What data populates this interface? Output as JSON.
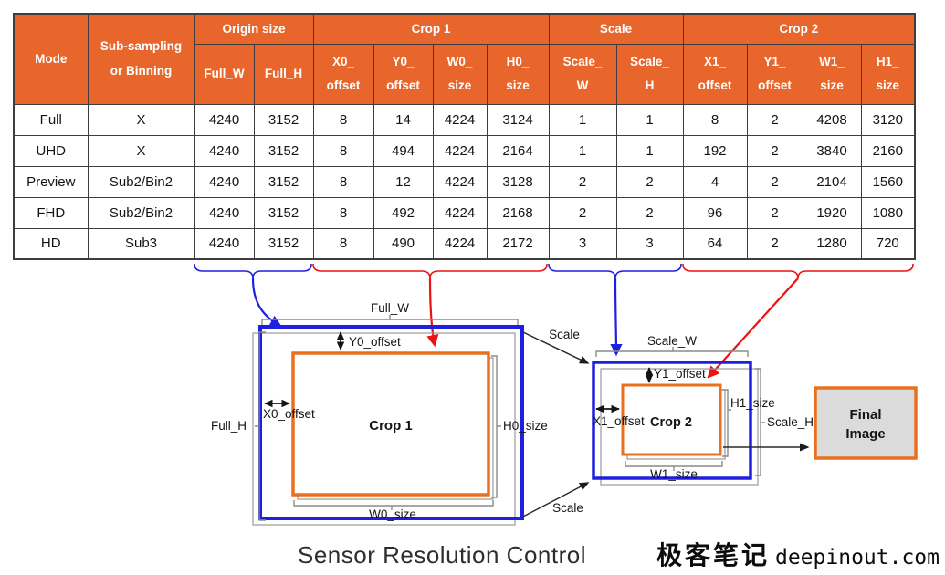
{
  "table": {
    "col_mode": "Mode",
    "col_subsampling": "Sub-sampling\nor Binning",
    "groups": [
      "Origin size",
      "Crop 1",
      "Scale",
      "Crop 2"
    ],
    "subheaders": [
      "Full_W",
      "Full_H",
      "X0_\noffset",
      "Y0_\noffset",
      "W0_\nsize",
      "H0_\nsize",
      "Scale_\nW",
      "Scale_\nH",
      "X1_\noffset",
      "Y1_\noffset",
      "W1_\nsize",
      "H1_\nsize"
    ],
    "rows": [
      [
        "Full",
        "X",
        "4240",
        "3152",
        "8",
        "14",
        "4224",
        "3124",
        "1",
        "1",
        "8",
        "2",
        "4208",
        "3120"
      ],
      [
        "UHD",
        "X",
        "4240",
        "3152",
        "8",
        "494",
        "4224",
        "2164",
        "1",
        "1",
        "192",
        "2",
        "3840",
        "2160"
      ],
      [
        "Preview",
        "Sub2/Bin2",
        "4240",
        "3152",
        "8",
        "12",
        "4224",
        "3128",
        "2",
        "2",
        "4",
        "2",
        "2104",
        "1560"
      ],
      [
        "FHD",
        "Sub2/Bin2",
        "4240",
        "3152",
        "8",
        "492",
        "4224",
        "2168",
        "2",
        "2",
        "96",
        "2",
        "1920",
        "1080"
      ],
      [
        "HD",
        "Sub3",
        "4240",
        "3152",
        "8",
        "490",
        "4224",
        "2172",
        "3",
        "3",
        "64",
        "2",
        "1280",
        "720"
      ]
    ]
  },
  "diagram": {
    "full_w": "Full_W",
    "full_h": "Full_H",
    "x0_offset": "X0_offset",
    "y0_offset": "Y0_offset",
    "crop1": "Crop 1",
    "w0_size": "W0_size",
    "h0_size": "H0_size",
    "scale_top": "Scale",
    "scale_bottom": "Scale",
    "scale_w": "Scale_W",
    "scale_h": "Scale_H",
    "x1_offset": "X1_offset",
    "y1_offset": "Y1_offset",
    "crop2": "Crop 2",
    "w1_size": "W1_size",
    "h1_size": "H1_size",
    "final_line1": "Final",
    "final_line2": "Image"
  },
  "footer": {
    "title": "Sensor Resolution Control",
    "watermark_cn": "极客笔记",
    "watermark_domain": "deepinout.com"
  },
  "colors": {
    "header_orange": "#E8662B",
    "diagram_orange": "#E8701E",
    "blue": "#1F1FE0",
    "red": "#EE1111",
    "bracket_gray": "#8A8A8A",
    "final_image_fill": "#DBDBDB",
    "table_border": "#3D3D3D"
  }
}
